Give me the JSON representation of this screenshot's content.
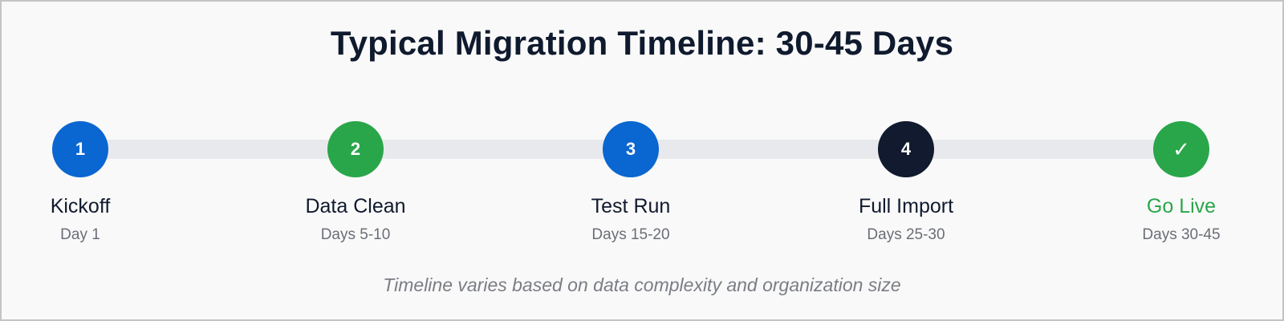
{
  "title": "Typical Migration Timeline: 30-45 Days",
  "colors": {
    "blue": "#0a66d0",
    "green": "#2aa64a",
    "dark": "#111a2e",
    "track": "#e8e9ed"
  },
  "steps": [
    {
      "marker": "1",
      "label": "Kickoff",
      "days": "Day 1",
      "color": "#0a66d0"
    },
    {
      "marker": "2",
      "label": "Data Clean",
      "days": "Days 5-10",
      "color": "#2aa64a"
    },
    {
      "marker": "3",
      "label": "Test Run",
      "days": "Days 15-20",
      "color": "#0a66d0"
    },
    {
      "marker": "4",
      "label": "Full Import",
      "days": "Days 25-30",
      "color": "#111a2e"
    },
    {
      "marker": "✓",
      "label": "Go Live",
      "days": "Days 30-45",
      "color": "#2aa64a",
      "icon": "checkmark-icon"
    }
  ],
  "footnote": "Timeline varies based on data complexity and organization size"
}
